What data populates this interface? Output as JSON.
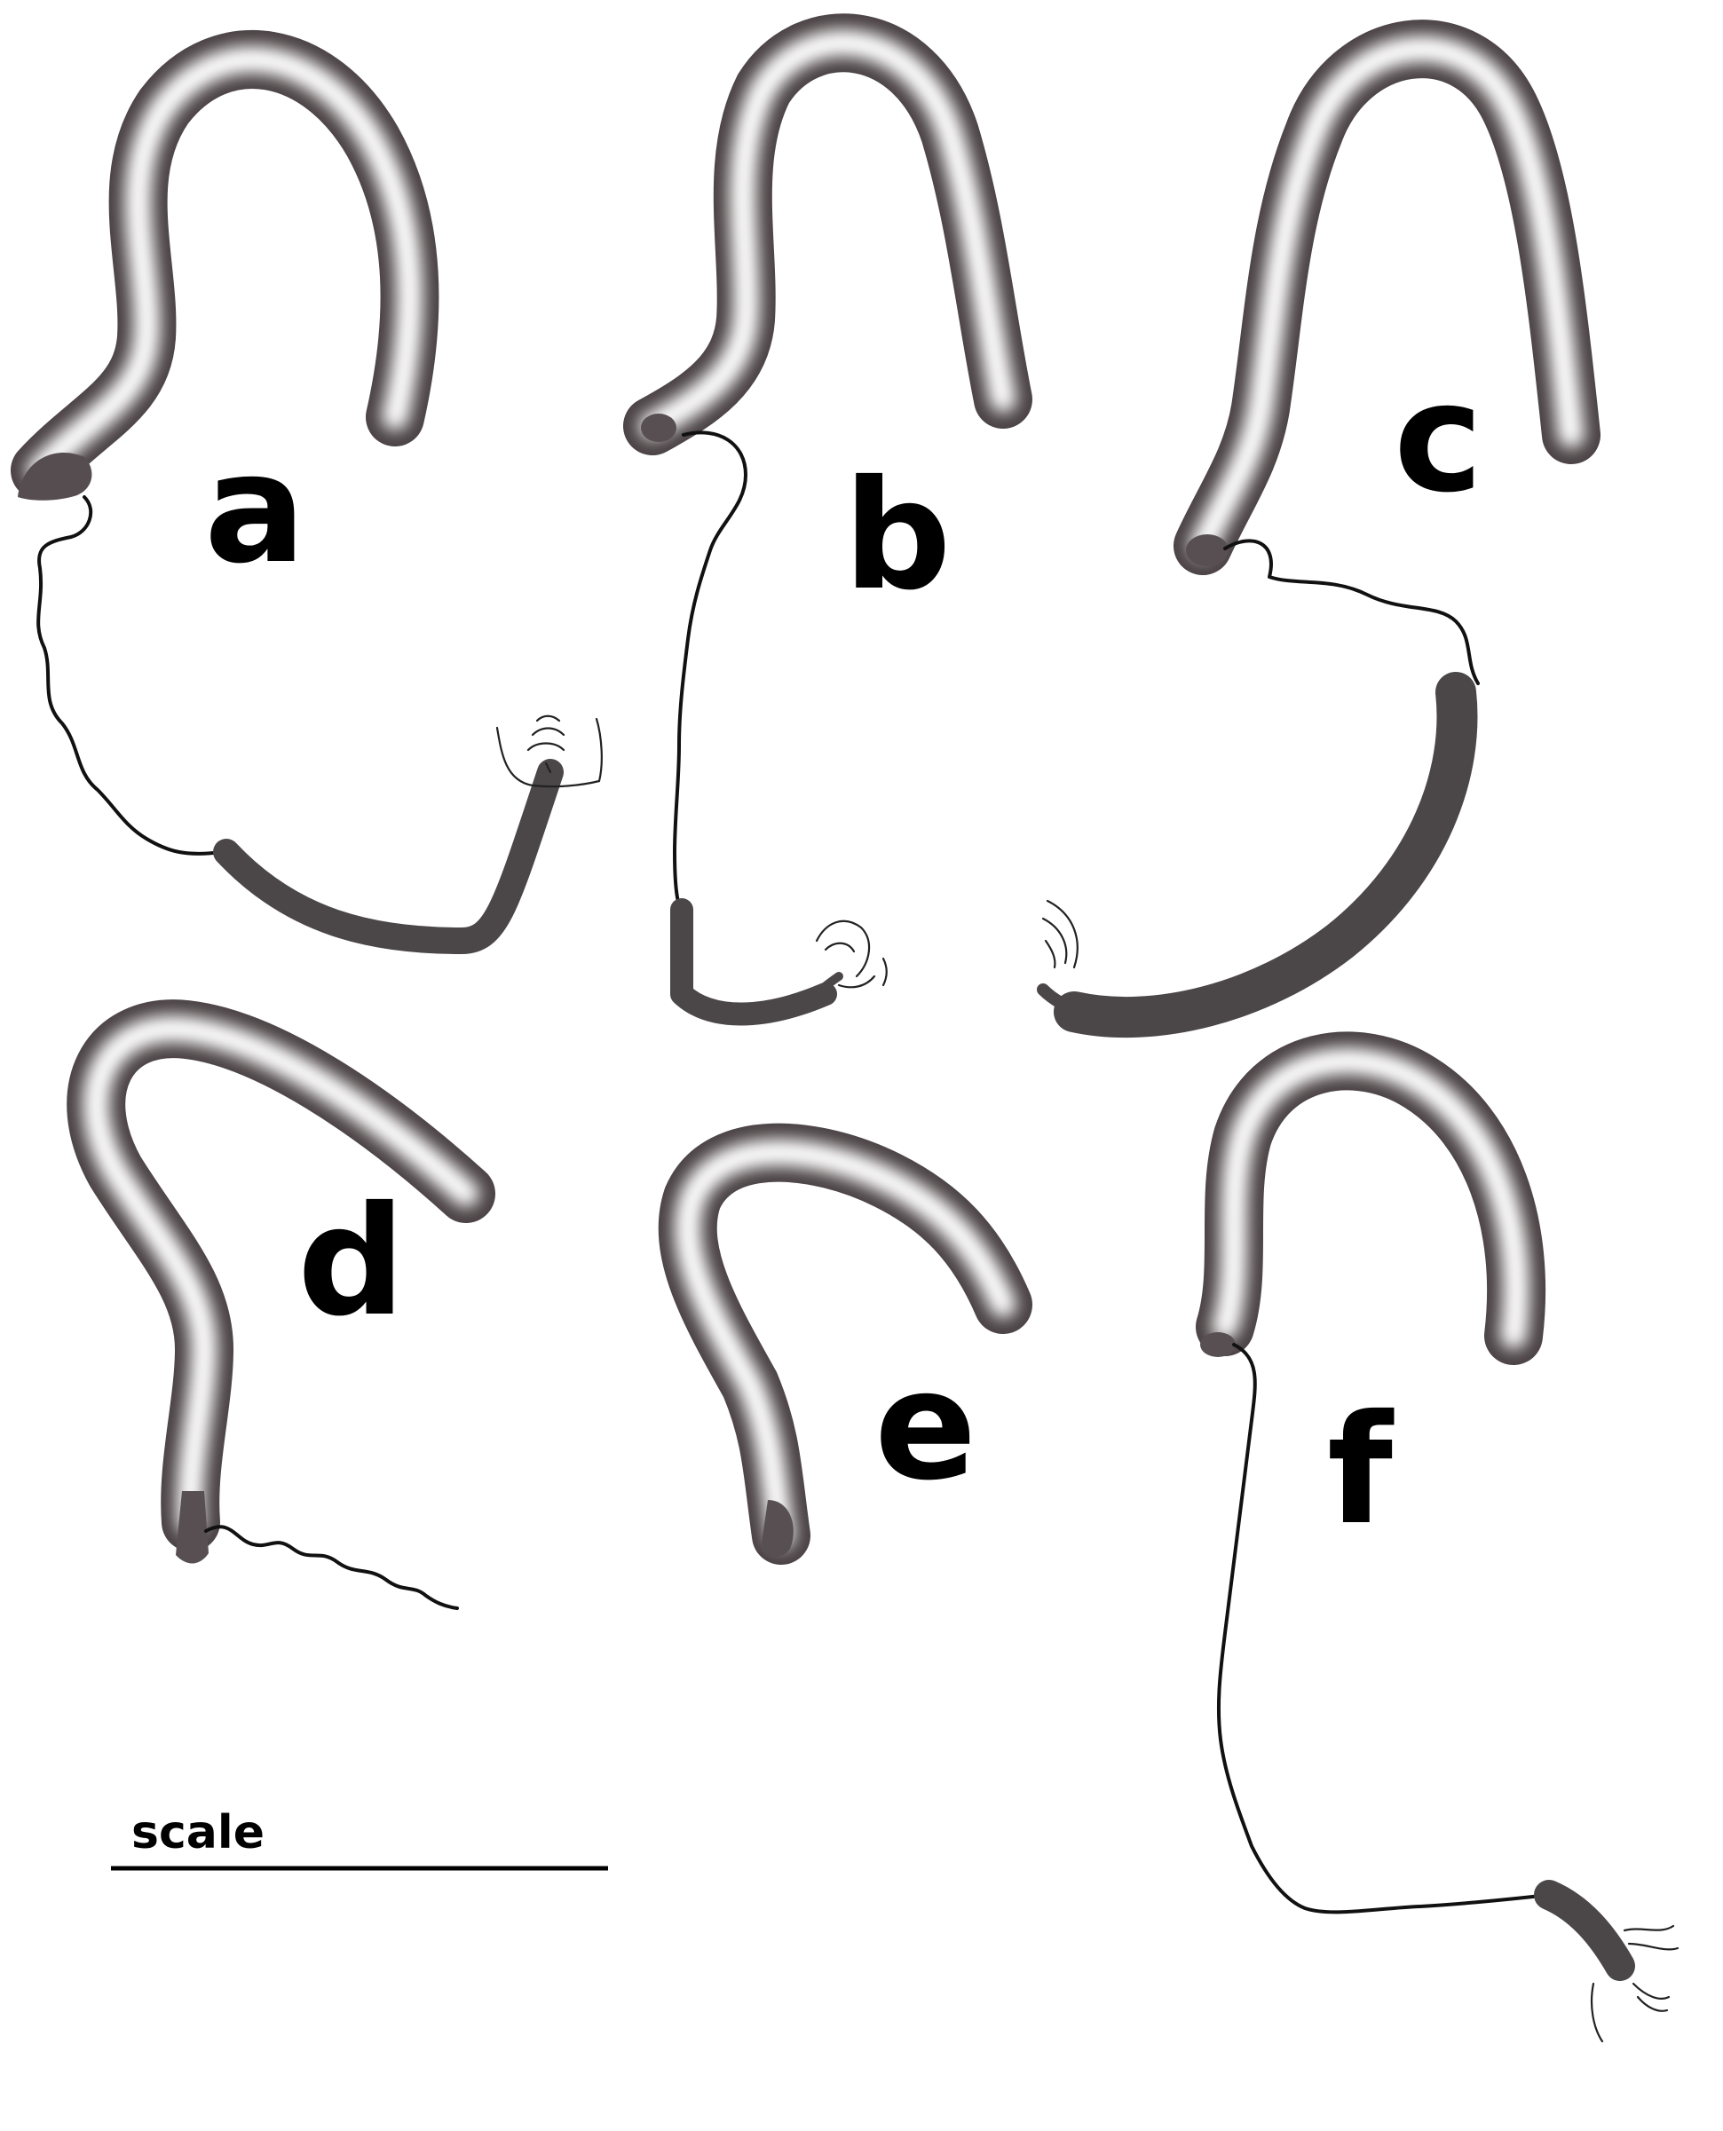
{
  "panels": [
    {
      "id": "a",
      "label": "a"
    },
    {
      "id": "b",
      "label": "b"
    },
    {
      "id": "c",
      "label": "c"
    },
    {
      "id": "d",
      "label": "d"
    },
    {
      "id": "e",
      "label": "e"
    },
    {
      "id": "f",
      "label": "f"
    }
  ],
  "scale_bar": {
    "label": "scale"
  },
  "colors": {
    "body_edge": "#4a4244",
    "body_highlight": "#ffffff",
    "sheath": "#4b4647",
    "ink": "#111111"
  }
}
